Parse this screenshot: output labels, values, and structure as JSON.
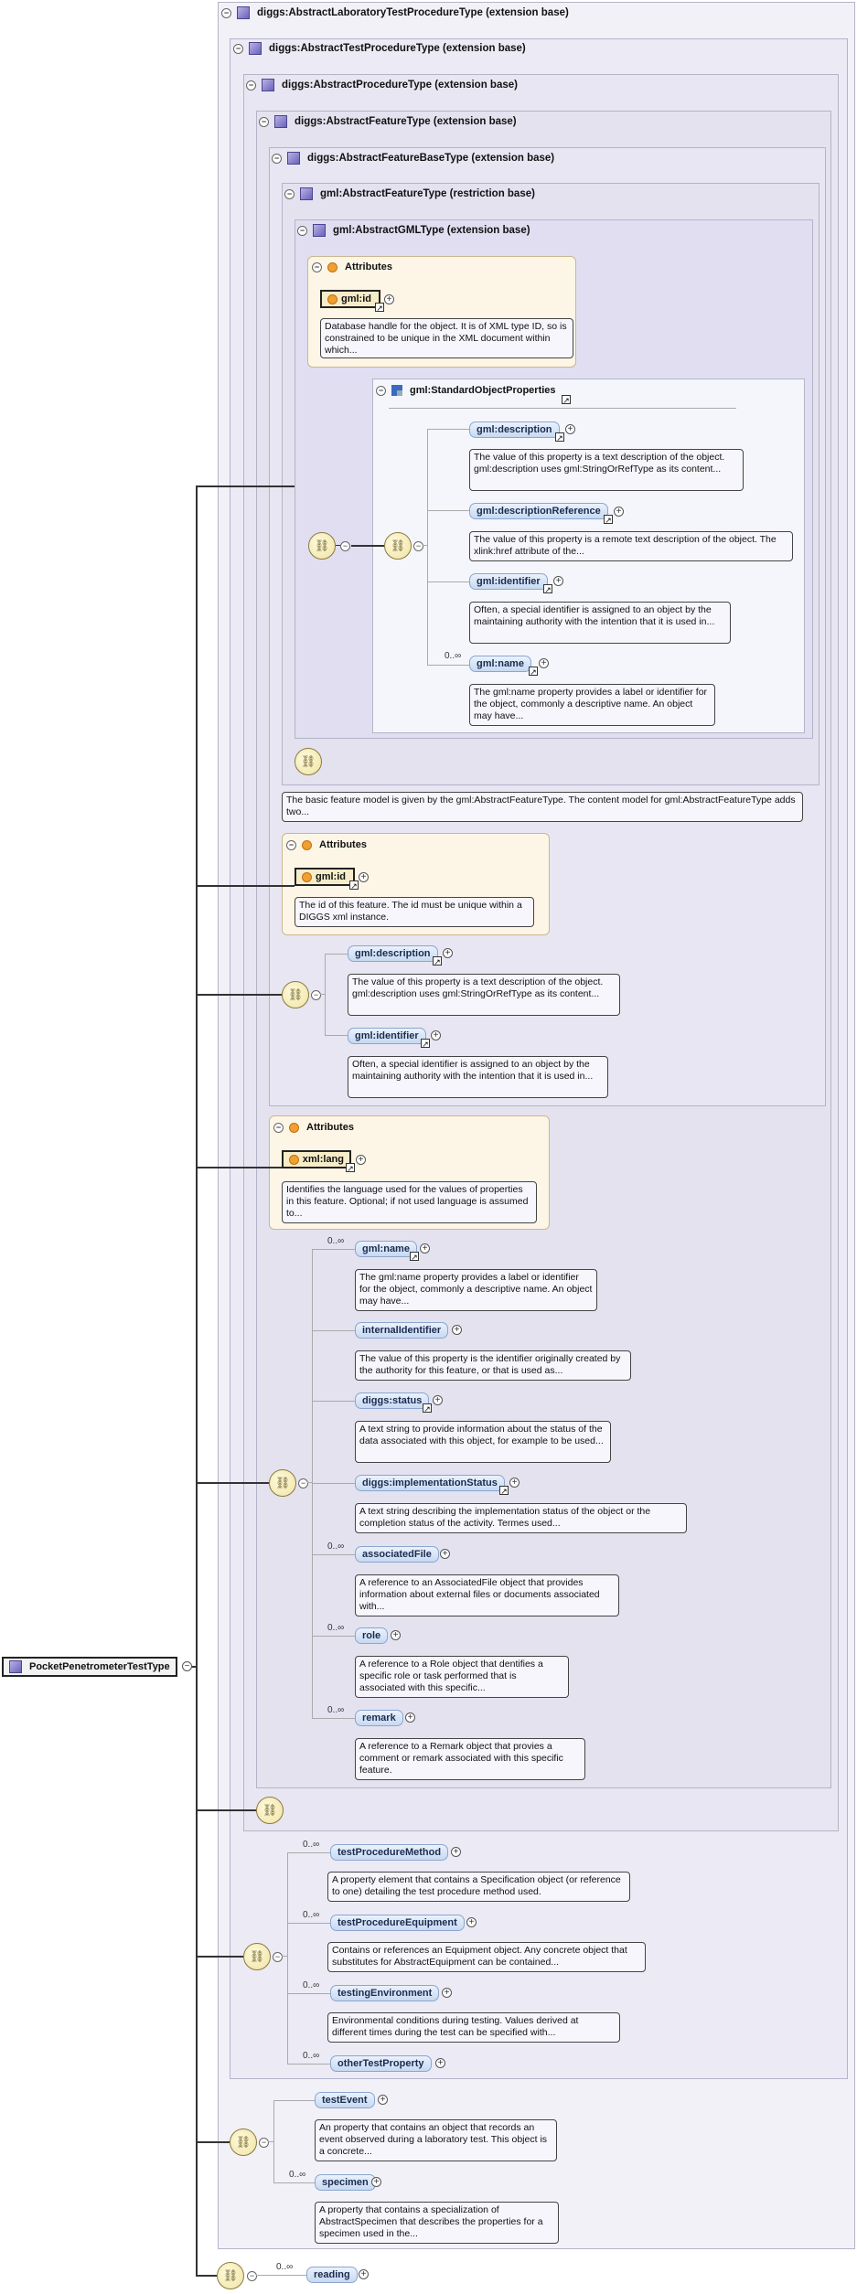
{
  "root": {
    "label": "PocketPenetrometerTestType"
  },
  "types": {
    "t1": "diggs:AbstractLaboratoryTestProcedureType (extension base)",
    "t2": "diggs:AbstractTestProcedureType (extension base)",
    "t3": "diggs:AbstractProcedureType (extension base)",
    "t4": "diggs:AbstractFeatureType (extension base)",
    "t5": "diggs:AbstractFeatureBaseType (extension base)",
    "t6": "gml:AbstractFeatureType (restriction base)",
    "t7": "gml:AbstractGMLType (extension base)"
  },
  "attributes_label": "Attributes",
  "gml_attr": {
    "name": "gml:id",
    "doc": "Database handle for the object. It is of XML type ID, so is constrained to be unique in the XML document within which..."
  },
  "std_props": {
    "title": "gml:StandardObjectProperties",
    "items": [
      {
        "name": "gml:description",
        "card": "",
        "doc": "The value of this property is a text description of the object. gml:description uses gml:StringOrRefType as its content..."
      },
      {
        "name": "gml:descriptionReference",
        "card": "",
        "doc": "The value of this property is a remote text description of the object. The xlink:href attribute of the..."
      },
      {
        "name": "gml:identifier",
        "card": "",
        "doc": "Often, a special identifier is assigned to an object by the maintaining authority with the intention that it is used in..."
      },
      {
        "name": "gml:name",
        "card": "0..∞",
        "doc": "The gml:name property provides a label or identifier for the object, commonly a descriptive name. An object may have..."
      }
    ]
  },
  "feature_doc": "The basic feature model is given by the gml:AbstractFeatureType. The content model for gml:AbstractFeatureType adds two...",
  "base_attr": {
    "name": "gml:id",
    "doc": "The id of this feature. The id must be unique within a DIGGS xml instance."
  },
  "base_elems": [
    {
      "name": "gml:description",
      "doc": "The value of this property is a text description of the object. gml:description uses gml:StringOrRefType as its content..."
    },
    {
      "name": "gml:identifier",
      "doc": "Often, a special identifier is assigned to an object by the maintaining authority with the intention that it is used in..."
    }
  ],
  "feat_attr": {
    "name": "xml:lang",
    "doc": "Identifies the language used for the values of properties in this feature. Optional; if not used language is assumed to..."
  },
  "feat_elems": [
    {
      "name": "gml:name",
      "card": "0..∞",
      "doc": "The gml:name property provides a label or identifier for the object, commonly a descriptive name. An object may have..."
    },
    {
      "name": "internalIdentifier",
      "card": "",
      "doc": "The value of this property is the identifier originally created by the authority for this feature, or that is used as..."
    },
    {
      "name": "diggs:status",
      "card": "",
      "doc": "A text string to provide information about the status of the data associated with this object, for example to be used..."
    },
    {
      "name": "diggs:implementationStatus",
      "card": "",
      "doc": "A text string describing the implementation status of the object or the completion status of the activity. Termes used..."
    },
    {
      "name": "associatedFile",
      "card": "0..∞",
      "doc": "A reference to an AssociatedFile object that provides information about external files or documents associated with..."
    },
    {
      "name": "role",
      "card": "0..∞",
      "doc": "A reference to a Role object that dentifies a specific role or task performed that is associated with this specific..."
    },
    {
      "name": "remark",
      "card": "0..∞",
      "doc": "A reference to a Remark object that provies a comment or remark associated with this specific feature."
    }
  ],
  "proc_elems": [
    {
      "name": "testProcedureMethod",
      "card": "0..∞",
      "doc": "A property element that contains a Specification object (or reference to one) detailing the test procedure method used."
    },
    {
      "name": "testProcedureEquipment",
      "card": "0..∞",
      "doc": "Contains or references an Equipment object. Any concrete object that substitutes for AbstractEquipment can be contained..."
    },
    {
      "name": "testingEnvironment",
      "card": "0..∞",
      "doc": "Environmental conditions during testing. Values derived at different times during the test can be specified with..."
    },
    {
      "name": "otherTestProperty",
      "card": "0..∞",
      "doc": ""
    }
  ],
  "lab_elems": [
    {
      "name": "testEvent",
      "card": "",
      "doc": "An property that contains an object that records an event observed during a laboratory test. This object is a concrete..."
    },
    {
      "name": "specimen",
      "card": "0..∞",
      "doc": "A property that contains a specialization of AbstractSpecimen that describes the properties for a specimen used in the..."
    }
  ],
  "final_elem": {
    "name": "reading",
    "card": "0..∞"
  }
}
